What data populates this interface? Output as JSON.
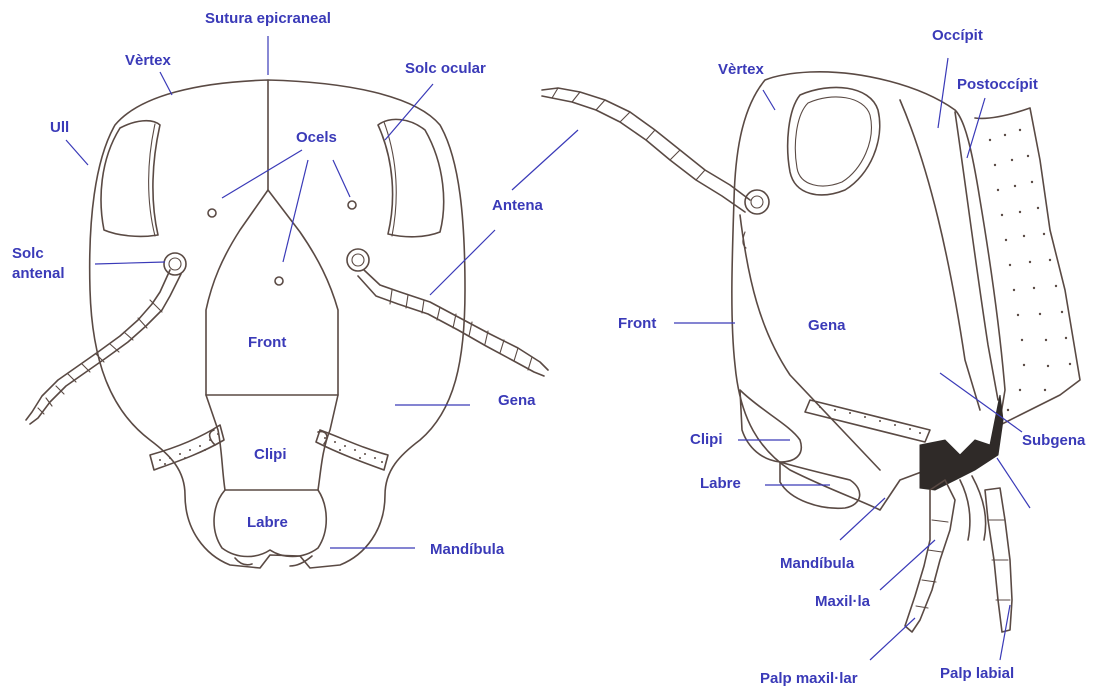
{
  "labels": {
    "sutura_epicraneal": "Sutura epicraneal",
    "vertex_front": "Vèrtex",
    "ull": "Ull",
    "solc_ocular": "Solc ocular",
    "ocels": "Ocels",
    "antena_front": "Antena",
    "solc_antenal_1": "Solc",
    "solc_antenal_2": "antenal",
    "front_front": "Front",
    "gena_front": "Gena",
    "clipi_front": "Clipi",
    "labre_front": "Labre",
    "mandibula_front": "Mandíbula",
    "vertex_side": "Vèrtex",
    "occipit": "Occípit",
    "postoccipit": "Postoccípit",
    "front_side": "Front",
    "gena_side": "Gena",
    "subgena": "Subgena",
    "clipi_side": "Clipi",
    "labre_side": "Labre",
    "mandibula_side": "Mandíbula",
    "maxilla": "Maxil·la",
    "palp_maxillar": "Palp maxil·lar",
    "palp_labial": "Palp labial"
  },
  "colors": {
    "label": "#3a3ab8",
    "ink": "#5a4a44",
    "background": "#ffffff"
  }
}
